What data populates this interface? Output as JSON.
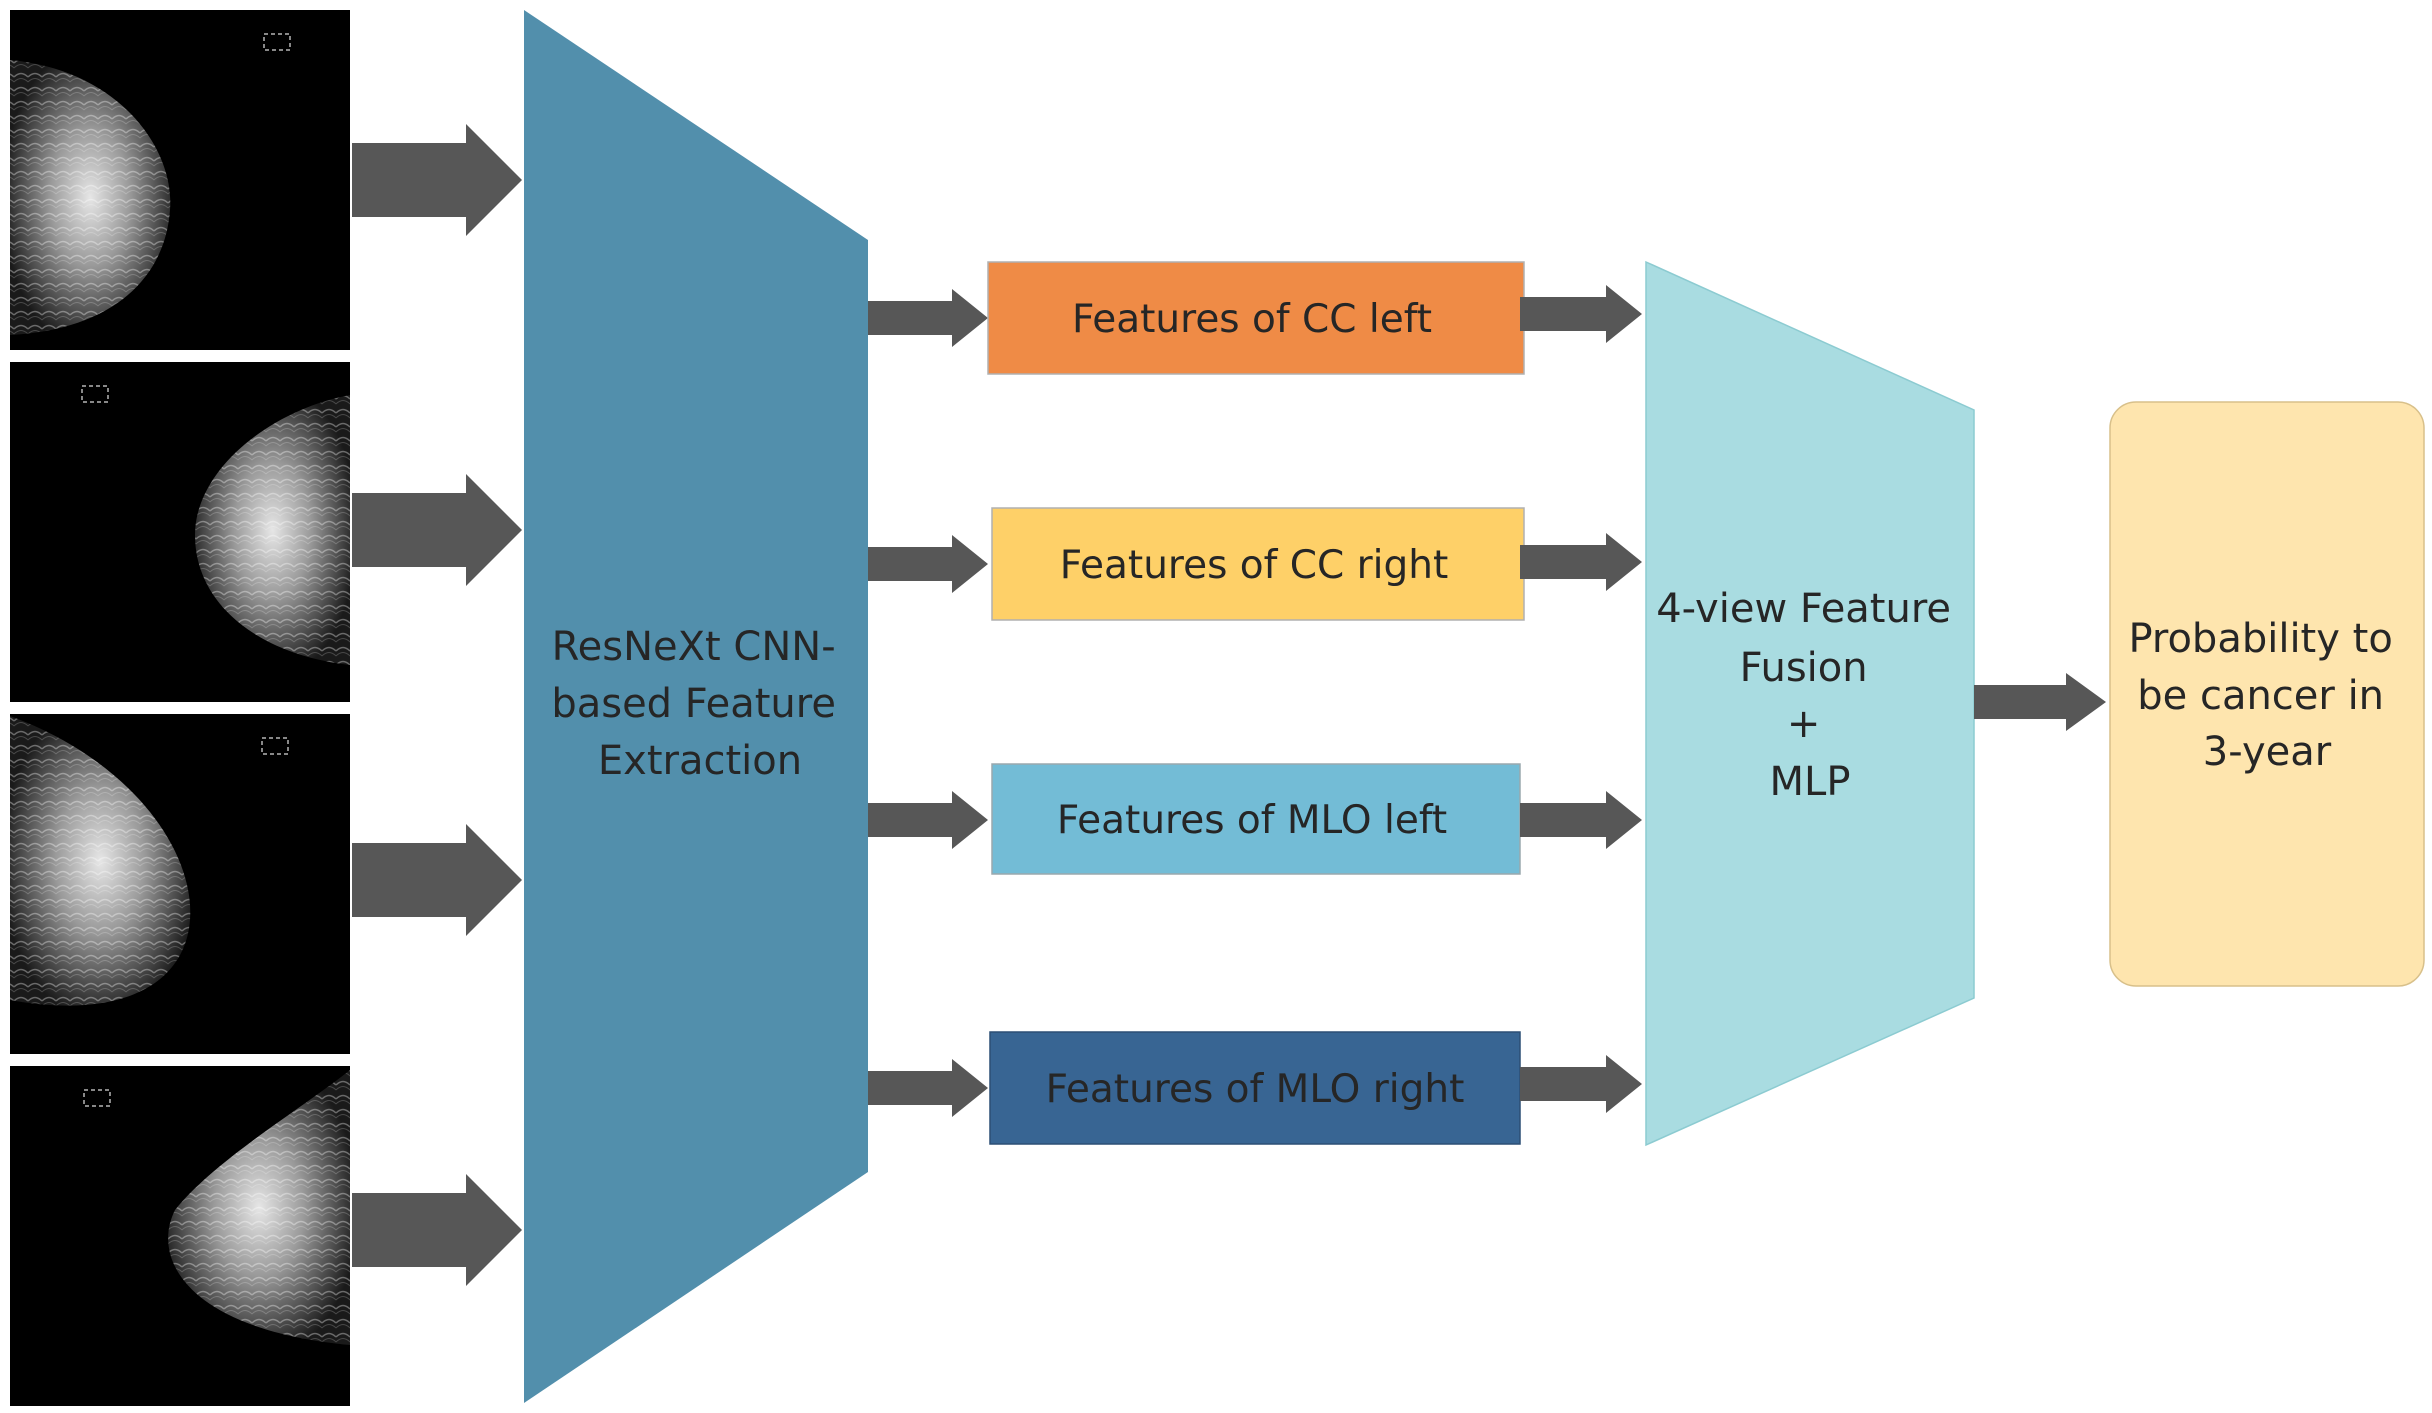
{
  "extractor": {
    "lines": [
      "ResNeXt CNN-",
      "based Feature",
      "Extraction"
    ],
    "color": "#528fac"
  },
  "features": [
    {
      "label": "Features of CC left",
      "color": "#ef8b46"
    },
    {
      "label": "Features of CC right",
      "color": "#fed068"
    },
    {
      "label": "Features of MLO left",
      "color": "#73bcd6"
    },
    {
      "label": "Features of MLO right",
      "color": "#386593"
    }
  ],
  "fusion": {
    "lines": [
      "4-view Feature",
      "Fusion",
      "+",
      "MLP"
    ],
    "color": "#a9dce1"
  },
  "output": {
    "lines": [
      "Probability to",
      "be cancer in",
      "3-year"
    ],
    "color": "#fee5ae"
  },
  "arrow_color": "#575757",
  "views": [
    "mammogram-cc-left",
    "mammogram-cc-right",
    "mammogram-mlo-left",
    "mammogram-mlo-right"
  ]
}
